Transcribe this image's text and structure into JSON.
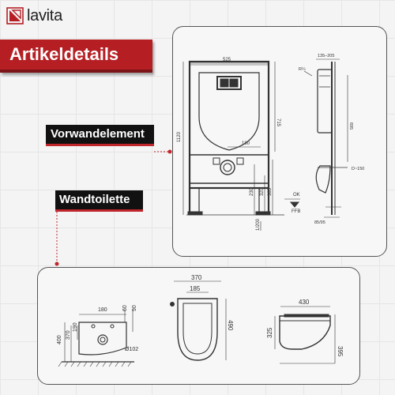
{
  "brand": {
    "name": "lavita",
    "logo_icon": "lavita-logo-icon"
  },
  "banner": {
    "title": "Artikeldetails"
  },
  "labels": {
    "frame": "Vorwandelement",
    "toilet": "Wandtoilette"
  },
  "colors": {
    "accent": "#b51f24",
    "label_bg": "#111111",
    "line": "#333333"
  },
  "frame_drawing": {
    "front": {
      "width": "525",
      "height": "1120",
      "mid_height": "715",
      "outlet_offset": "180",
      "h1": "230",
      "h2": "320",
      "h3": "385",
      "h4": "1/200"
    },
    "side": {
      "depth": "135–205",
      "radius": "R¼",
      "height": "695",
      "d_label": "D~150",
      "base": "85/95"
    },
    "floor": {
      "line1": "OK",
      "line2": "FFB"
    }
  },
  "toilet_drawing": {
    "side": {
      "mount": "180",
      "d1": "60",
      "d2": "90",
      "h_total": "400",
      "h1": "370",
      "h2": "190",
      "pipe": "Ø102"
    },
    "top": {
      "width": "370",
      "inner": "185",
      "length": "490"
    },
    "profile": {
      "length": "430",
      "height": "325",
      "h2": "395"
    }
  }
}
